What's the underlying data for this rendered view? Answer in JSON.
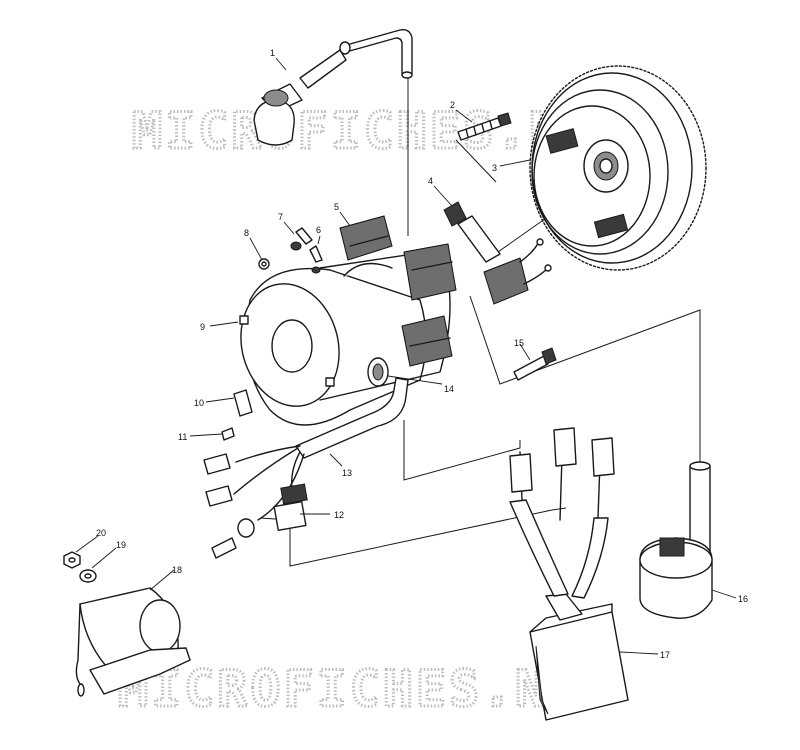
{
  "watermark": {
    "top": "MICROFICHES.NET",
    "bottom": "MICROFICHES.NET",
    "color": "#bdbdbd"
  },
  "callouts": [
    "1",
    "2",
    "3",
    "4",
    "5",
    "6",
    "7",
    "8",
    "9",
    "10",
    "11",
    "12",
    "13",
    "14",
    "15",
    "16",
    "17",
    "18",
    "19",
    "20"
  ]
}
